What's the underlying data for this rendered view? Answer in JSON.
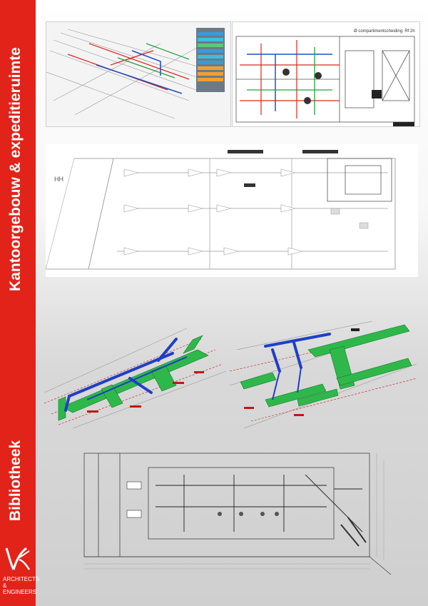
{
  "sidebar": {
    "title_top": "Kantoorgebouw & expeditieruimte",
    "title_bottom": "Bibliotheek",
    "tagline_line1": "ARCHITECTS",
    "tagline_line2": "& ENGINEERS",
    "logo_icon": "vk-logo-icon",
    "color": "#e2231a"
  },
  "plan_labels": {
    "hh": "HH",
    "compartment": "Ø compartimentscheiding: Rf 2h"
  }
}
